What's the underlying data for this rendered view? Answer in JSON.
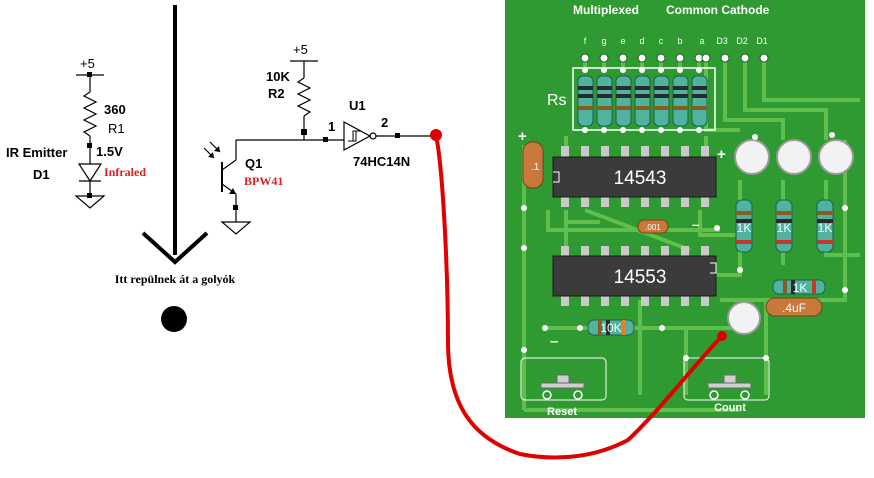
{
  "schematic": {
    "emitter": {
      "vcc": "+5",
      "r1_value": "360",
      "r1_name": "R1",
      "label": "IR Emitter",
      "d1_name": "D1",
      "voltage": "1.5V",
      "led_type": "Infraled"
    },
    "detector": {
      "vcc": "+5",
      "r2_value": "10K",
      "r2_name": "R2",
      "q1_name": "Q1",
      "q1_part": "BPW41",
      "u1_name": "U1",
      "u1_part": "74HC14N",
      "pin_in": "1",
      "pin_out": "2"
    },
    "ball_caption": "Itt repülnek át a golyók"
  },
  "board": {
    "title_left": "Multiplexed",
    "title_right": "Common Cathode",
    "segment_labels": [
      "f",
      "g",
      "e",
      "d",
      "c",
      "b",
      "a",
      "D3",
      "D2",
      "D1"
    ],
    "rs_label": "Rs",
    "chip1": "14543",
    "chip2": "14553",
    "cap1": ".1",
    "cap2": ".001",
    "cap3": ".4uF",
    "r_1k": "1K",
    "r_10k": "10K",
    "reset_label": "Reset",
    "count_label": "Count",
    "plus": "+",
    "minus": "–"
  },
  "colors": {
    "board": "#2e9a31",
    "trace": "#5fbe4c",
    "wire": "#e00000",
    "chip": "#3b3b3b"
  }
}
